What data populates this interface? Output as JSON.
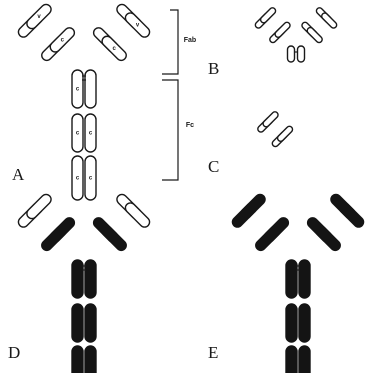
{
  "panels": {
    "A": "A",
    "B": "B",
    "C": "C",
    "D": "D",
    "E": "E"
  },
  "brackets": {
    "fab": "Fab",
    "fc": "Fc"
  },
  "segments": {
    "variable": "v",
    "constant": "c"
  }
}
